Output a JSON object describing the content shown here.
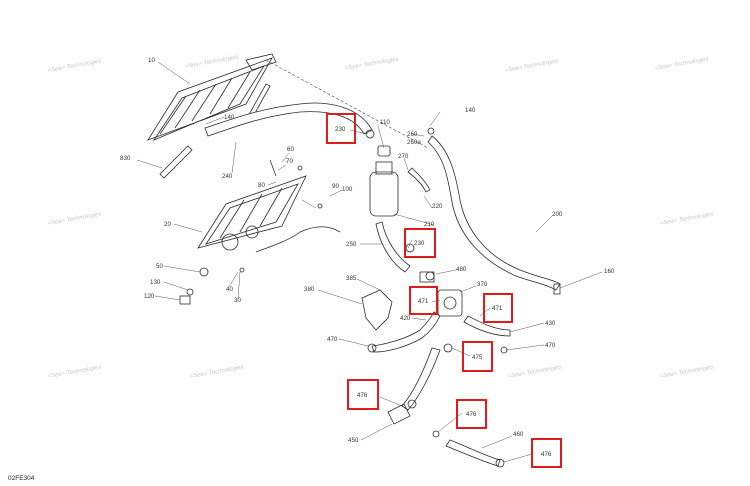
{
  "figure": {
    "reference": "02FE304",
    "watermark": "<Sea> Technologies"
  },
  "callouts": {
    "c10": "10",
    "c140a": "140",
    "c140b": "140",
    "c830": "830",
    "c240": "240",
    "c60": "60",
    "c70": "70",
    "c80": "80",
    "c90": "90",
    "c100": "100",
    "c110": "110",
    "c260": "260",
    "c260a": "260a",
    "c270": "270",
    "c220": "220",
    "c200": "200",
    "c20": "20",
    "c210": "210",
    "c250": "250",
    "c480": "480",
    "c160": "160",
    "c50": "50",
    "c130": "130",
    "c120": "120",
    "c40": "40",
    "c30": "30",
    "c385": "385",
    "c380": "380",
    "c370": "370",
    "c430": "430",
    "c420": "420",
    "c470a": "470",
    "c470b": "470",
    "c450": "450",
    "c460": "460"
  },
  "highlighted": {
    "h230a": "230",
    "h230b": "230",
    "h471a": "471",
    "h471b": "471",
    "h475": "475",
    "h476a": "476",
    "h476b": "476",
    "h476c": "476"
  },
  "colors": {
    "highlight": "#e01b1b",
    "line": "#2b2b2b",
    "watermark": "#c8c8c8"
  }
}
